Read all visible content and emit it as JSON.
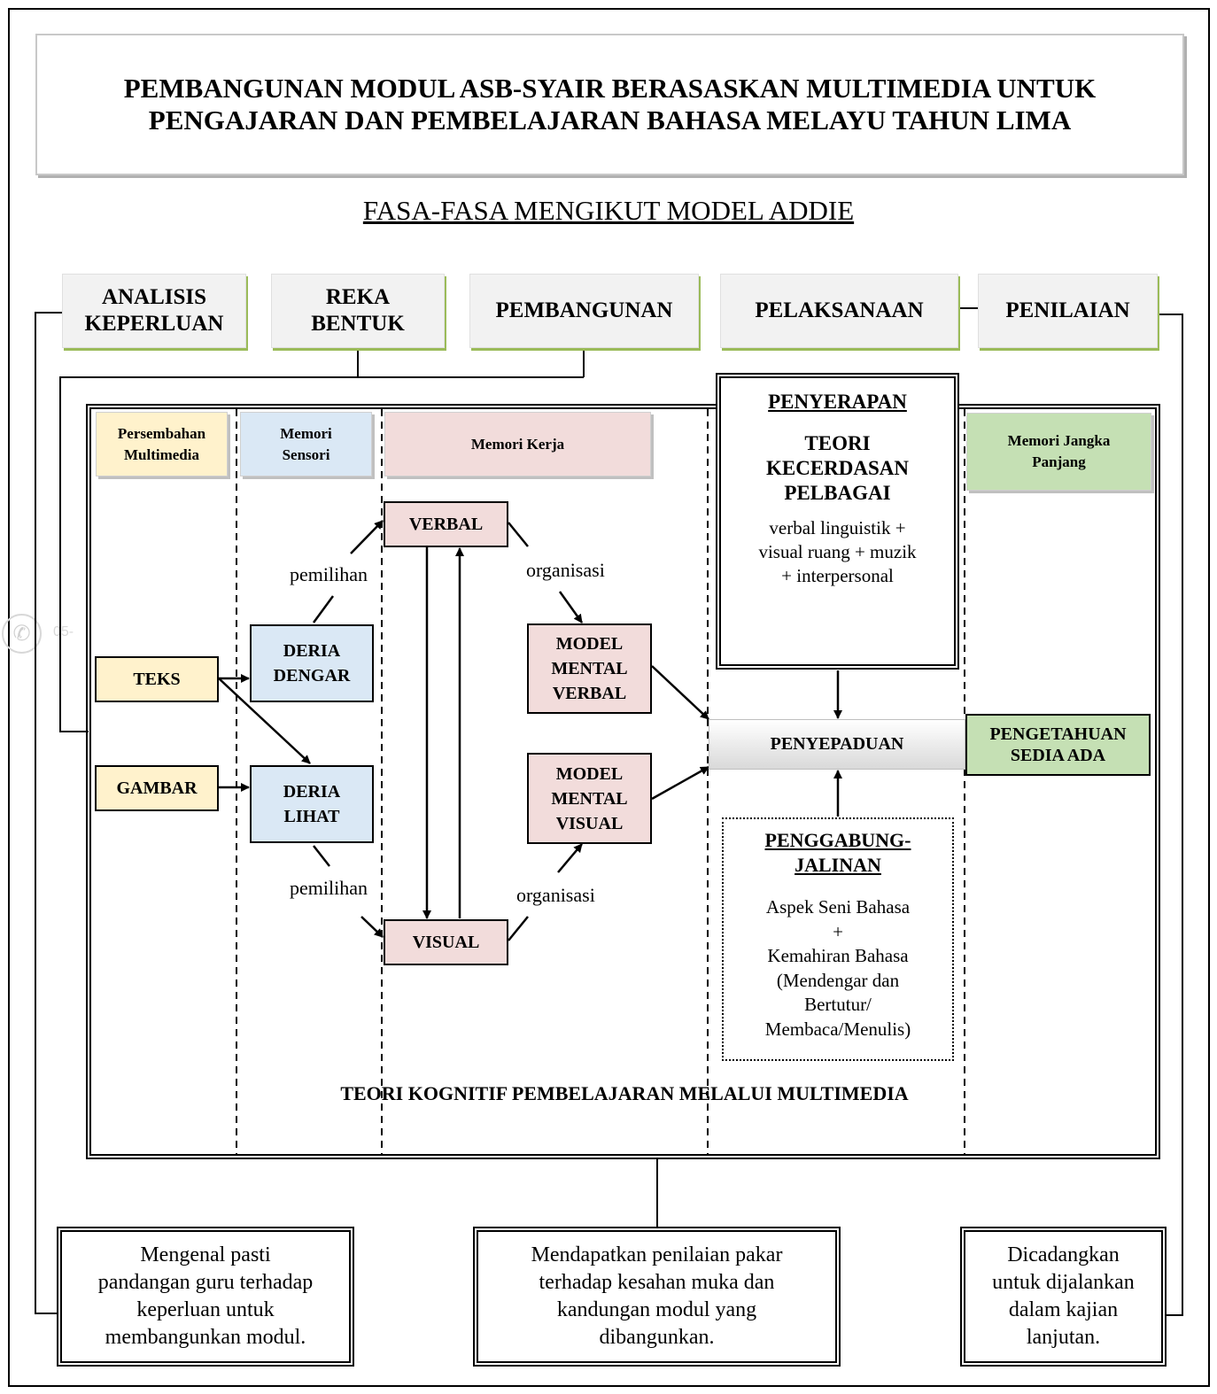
{
  "title": {
    "line1": "PEMBANGUNAN MODUL ASB-SYAIR BERASASKAN MULTIMEDIA UNTUK",
    "line2": "PENGAJARAN DAN PEMBELAJARAN BAHASA MELAYU TAHUN LIMA"
  },
  "subtitle": "FASA-FASA MENGIKUT MODEL ADDIE",
  "phases": {
    "analisis": [
      "ANALISIS",
      "KEPERLUAN"
    ],
    "reka": [
      "REKA",
      "BENTUK"
    ],
    "pembangunan": "PEMBANGUNAN",
    "pelaksanaan": "PELAKSANAAN",
    "penilaian": "PENILAIAN"
  },
  "columns": {
    "persembahan": [
      "Persembahan",
      "Multimedia"
    ],
    "sensori": [
      "Memori",
      "Sensori"
    ],
    "kerja": "Memori Kerja",
    "jangka": [
      "Memori Jangka",
      "Panjang"
    ]
  },
  "nodes": {
    "teks": "TEKS",
    "gambar": "GAMBAR",
    "deria_dengar": [
      "DERIA",
      "DENGAR"
    ],
    "deria_lihat": [
      "DERIA",
      "LIHAT"
    ],
    "verbal": "VERBAL",
    "visual": "VISUAL",
    "model_verbal": [
      "MODEL",
      "MENTAL",
      "VERBAL"
    ],
    "model_visual": [
      "MODEL",
      "MENTAL",
      "VISUAL"
    ],
    "penyepaduan": "PENYEPADUAN",
    "pengetahuan": [
      "PENGETAHUAN",
      "SEDIA ADA"
    ]
  },
  "labels": {
    "pemilihan_top": "pemilihan",
    "pemilihan_bottom": "pemilihan",
    "organisasi_top": "organisasi",
    "organisasi_bottom": "organisasi"
  },
  "penyerapan": {
    "heading": "PENYERAPAN",
    "theory": [
      "TEORI",
      "KECERDASAN",
      "PELBAGAI"
    ],
    "body": [
      "verbal linguistik +",
      "visual ruang + muzik",
      "+ interpersonal"
    ]
  },
  "penggabungjalinan": {
    "heading": [
      "PENGGABUNG-",
      "JALINAN"
    ],
    "body": [
      "Aspek Seni Bahasa",
      "+",
      "Kemahiran Bahasa",
      "(Mendengar dan",
      "Bertutur/",
      "Membaca/Menulis)"
    ]
  },
  "bottom_title": "TEORI KOGNITIF PEMBELAJARAN MELALUI MULTIMEDIA",
  "outcomes": {
    "left": [
      "Mengenal pasti",
      "pandangan guru terhadap",
      "keperluan untuk",
      "membangunkan modul."
    ],
    "middle": [
      "Mendapatkan penilaian pakar",
      "terhadap kesahan muka dan",
      "kandungan modul yang",
      "dibangunkan."
    ],
    "right": [
      "Dicadangkan",
      "untuk dijalankan",
      "dalam kajian",
      "lanjutan."
    ]
  },
  "watermark": {
    "icon": "phone-icon",
    "text": "05-"
  },
  "colors": {
    "yellow": "#fff2cc",
    "blue": "#dae8f5",
    "pink": "#f2dcdb",
    "green": "#c5e0b4",
    "phase_shadow": "#9bbb59"
  }
}
